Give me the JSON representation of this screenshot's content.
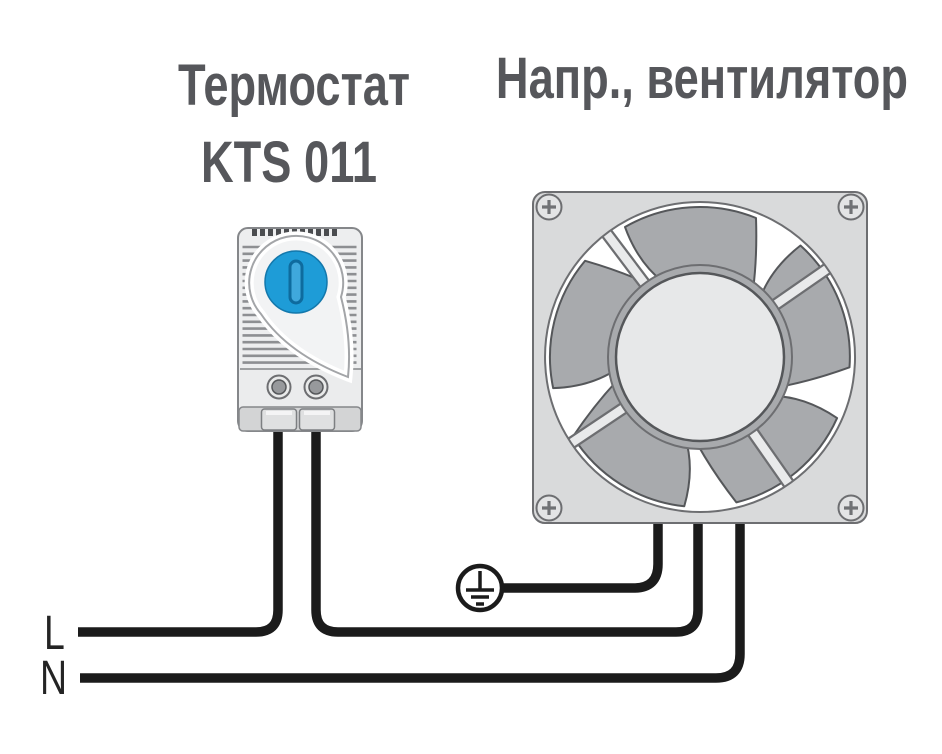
{
  "titles": {
    "thermostat_line1": "Термостат",
    "thermostat_line2": "KTS 011",
    "fan": "Напр., вентилятор"
  },
  "wire_labels": {
    "line": "L",
    "neutral": "N"
  },
  "icons": {
    "ground": "protective-earth-icon",
    "screws": "phillips-screw-icon",
    "dial": "thermostat-dial"
  },
  "colors": {
    "title_text": "#56575B",
    "wire": "#1B1B1B",
    "dial_blue": "#1E9CD7",
    "dial_slot_fill": "#3FA8DC",
    "dial_slot_stroke": "#0E6B9E",
    "device_body": "#EDEEEF",
    "device_outline": "#85878A",
    "fin_gray": "#8D8F92",
    "fan_frame": "#D9DADB",
    "fan_blade": "#A8AAAD",
    "fan_hub": "#E7E8E9",
    "background": "#FFFFFF"
  }
}
